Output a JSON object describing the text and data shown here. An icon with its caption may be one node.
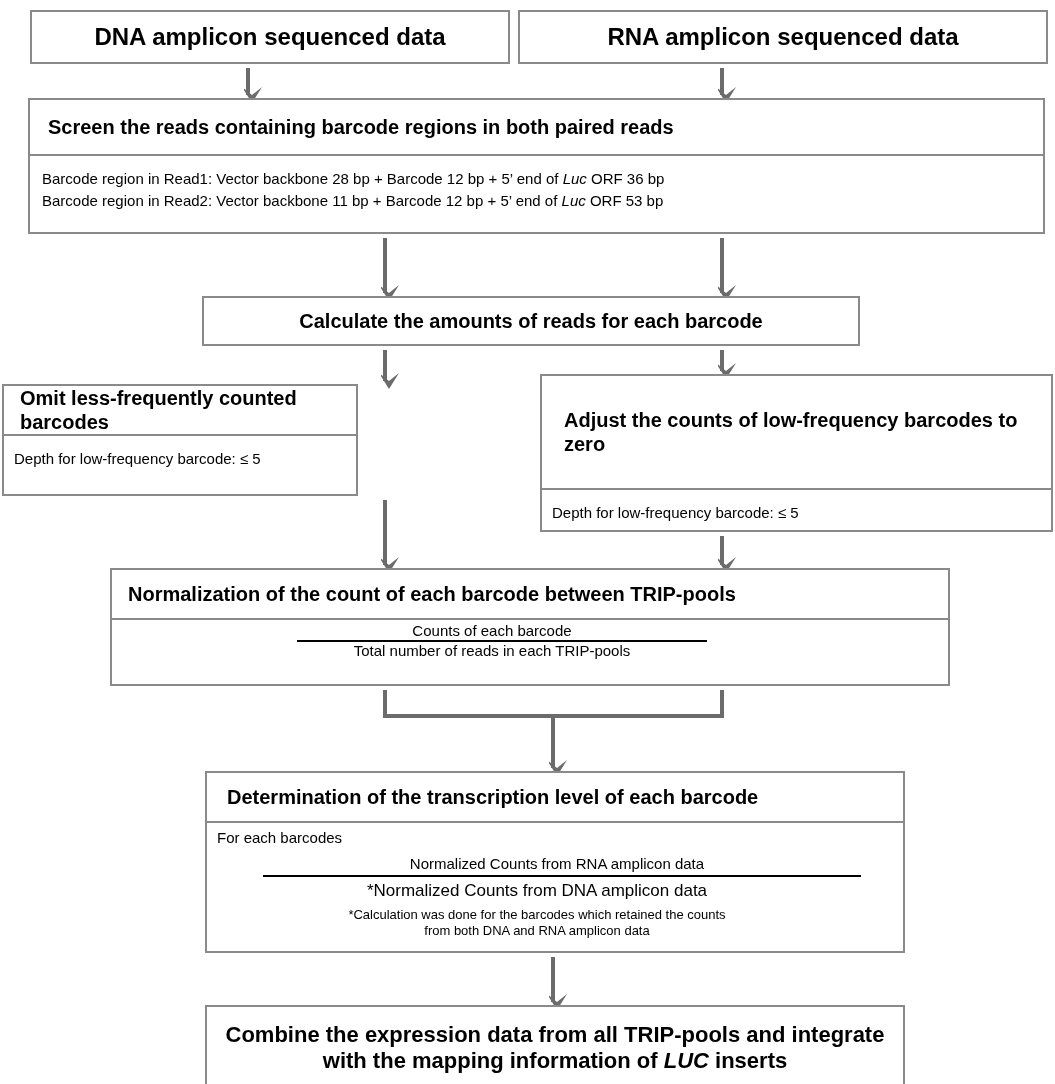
{
  "diagram": {
    "nodes": [
      {
        "text": [
          "DNA amplicon sequenced data"
        ]
      },
      {
        "text": [
          "RNA amplicon sequenced data"
        ]
      },
      {
        "text": [
          "Screen the reads containing barcode regions in both paired reads",
          "Barcode region in Read1:  Vector backbone 28 bp + Barcode 12 bp + 5’ end of *Luc* ORF 36 bp",
          "Barcode region in Read2:  Vector backbone 11 bp + Barcode 12 bp + 5’ end of *Luc* ORF 53 bp"
        ]
      },
      {
        "text": [
          "Calculate the amounts of reads for each barcode"
        ]
      },
      {
        "text": [
          "Omit less-frequently counted barcodes",
          "Depth for low-frequency barcode: ≤ 5"
        ]
      },
      {
        "text": [
          "Adjust the counts of low-frequency barcodes to zero",
          "Depth for low-frequency barcode: ≤ 5"
        ]
      },
      {
        "text": [
          "Normalization of the count of each barcode between TRIP-pools",
          "Counts of each barcode",
          "Total number of reads in each TRIP-pools"
        ]
      },
      {
        "text": [
          "Determination of the transcription level of each barcode",
          "For each barcodes",
          "Normalized Counts from RNA amplicon data",
          "*Normalized Counts from DNA amplicon data",
          "*Calculation was done for the barcodes which retained the counts from both DNA and RNA amplicon data"
        ]
      },
      {
        "text": [
          "Combine the expression data from all TRIP-pools and integrate with the mapping information of *LUC* inserts"
        ]
      }
    ],
    "edges": [
      {
        "from": 0,
        "to": 2,
        "arrow": "to"
      },
      {
        "from": 1,
        "to": 2,
        "arrow": "to"
      },
      {
        "from": 2,
        "to": 3,
        "arrow": "to"
      },
      {
        "from": 2,
        "to": 3,
        "arrow": "to"
      },
      {
        "from": 3,
        "to": 4,
        "arrow": "to"
      },
      {
        "from": 3,
        "to": 5,
        "arrow": "to"
      },
      {
        "from": 4,
        "to": 6,
        "arrow": "to"
      },
      {
        "from": 5,
        "to": 6,
        "arrow": "to"
      },
      {
        "from": 6,
        "to": 7,
        "arrow": "to"
      },
      {
        "from": 7,
        "to": 8,
        "arrow": "to"
      }
    ]
  }
}
